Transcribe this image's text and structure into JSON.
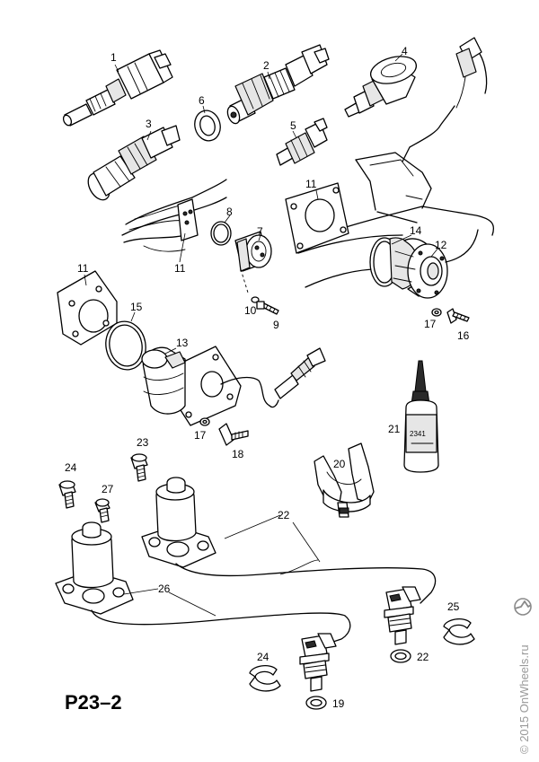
{
  "diagram": {
    "reference_code": "P23–2",
    "watermark": "© 2015 OnWheels.ru",
    "logo_icon": "opel-logo-icon",
    "callouts": [
      "1",
      "2",
      "3",
      "4",
      "5",
      "6",
      "7",
      "8",
      "9",
      "10",
      "11",
      "11",
      "11",
      "12",
      "13",
      "14",
      "15",
      "16",
      "17",
      "17",
      "18",
      "19",
      "20",
      "21",
      "22",
      "22",
      "23",
      "24",
      "24",
      "25",
      "26",
      "27"
    ],
    "bottle_label": "2341"
  }
}
